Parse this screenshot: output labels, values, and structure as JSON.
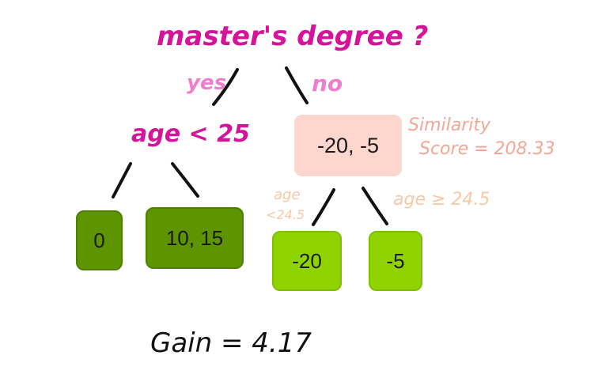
{
  "root_question": "master's degree ?",
  "branch_yes": "yes",
  "branch_no": "no",
  "left_split": "age < 25",
  "right_node": {
    "value": "-20, -5",
    "similarity_label_1": "Similarity",
    "similarity_label_2": "Score = 208.33"
  },
  "right_branches": {
    "left_line1": "age",
    "left_line2": "<24.5",
    "right": "age ≥ 24.5"
  },
  "leaves": {
    "left_left": "0",
    "left_right": "10, 15",
    "right_left": "-20",
    "right_right": "-5"
  },
  "gain_text": "Gain = 4.17",
  "colors": {
    "magenta": "#d6149a",
    "pink": "#f07ccd",
    "salmon": "#f3a795",
    "peach": "#f7c9a8",
    "leaf_dark": "#5e9400",
    "leaf_light": "#8fd400",
    "node": "#fdd7cd"
  }
}
